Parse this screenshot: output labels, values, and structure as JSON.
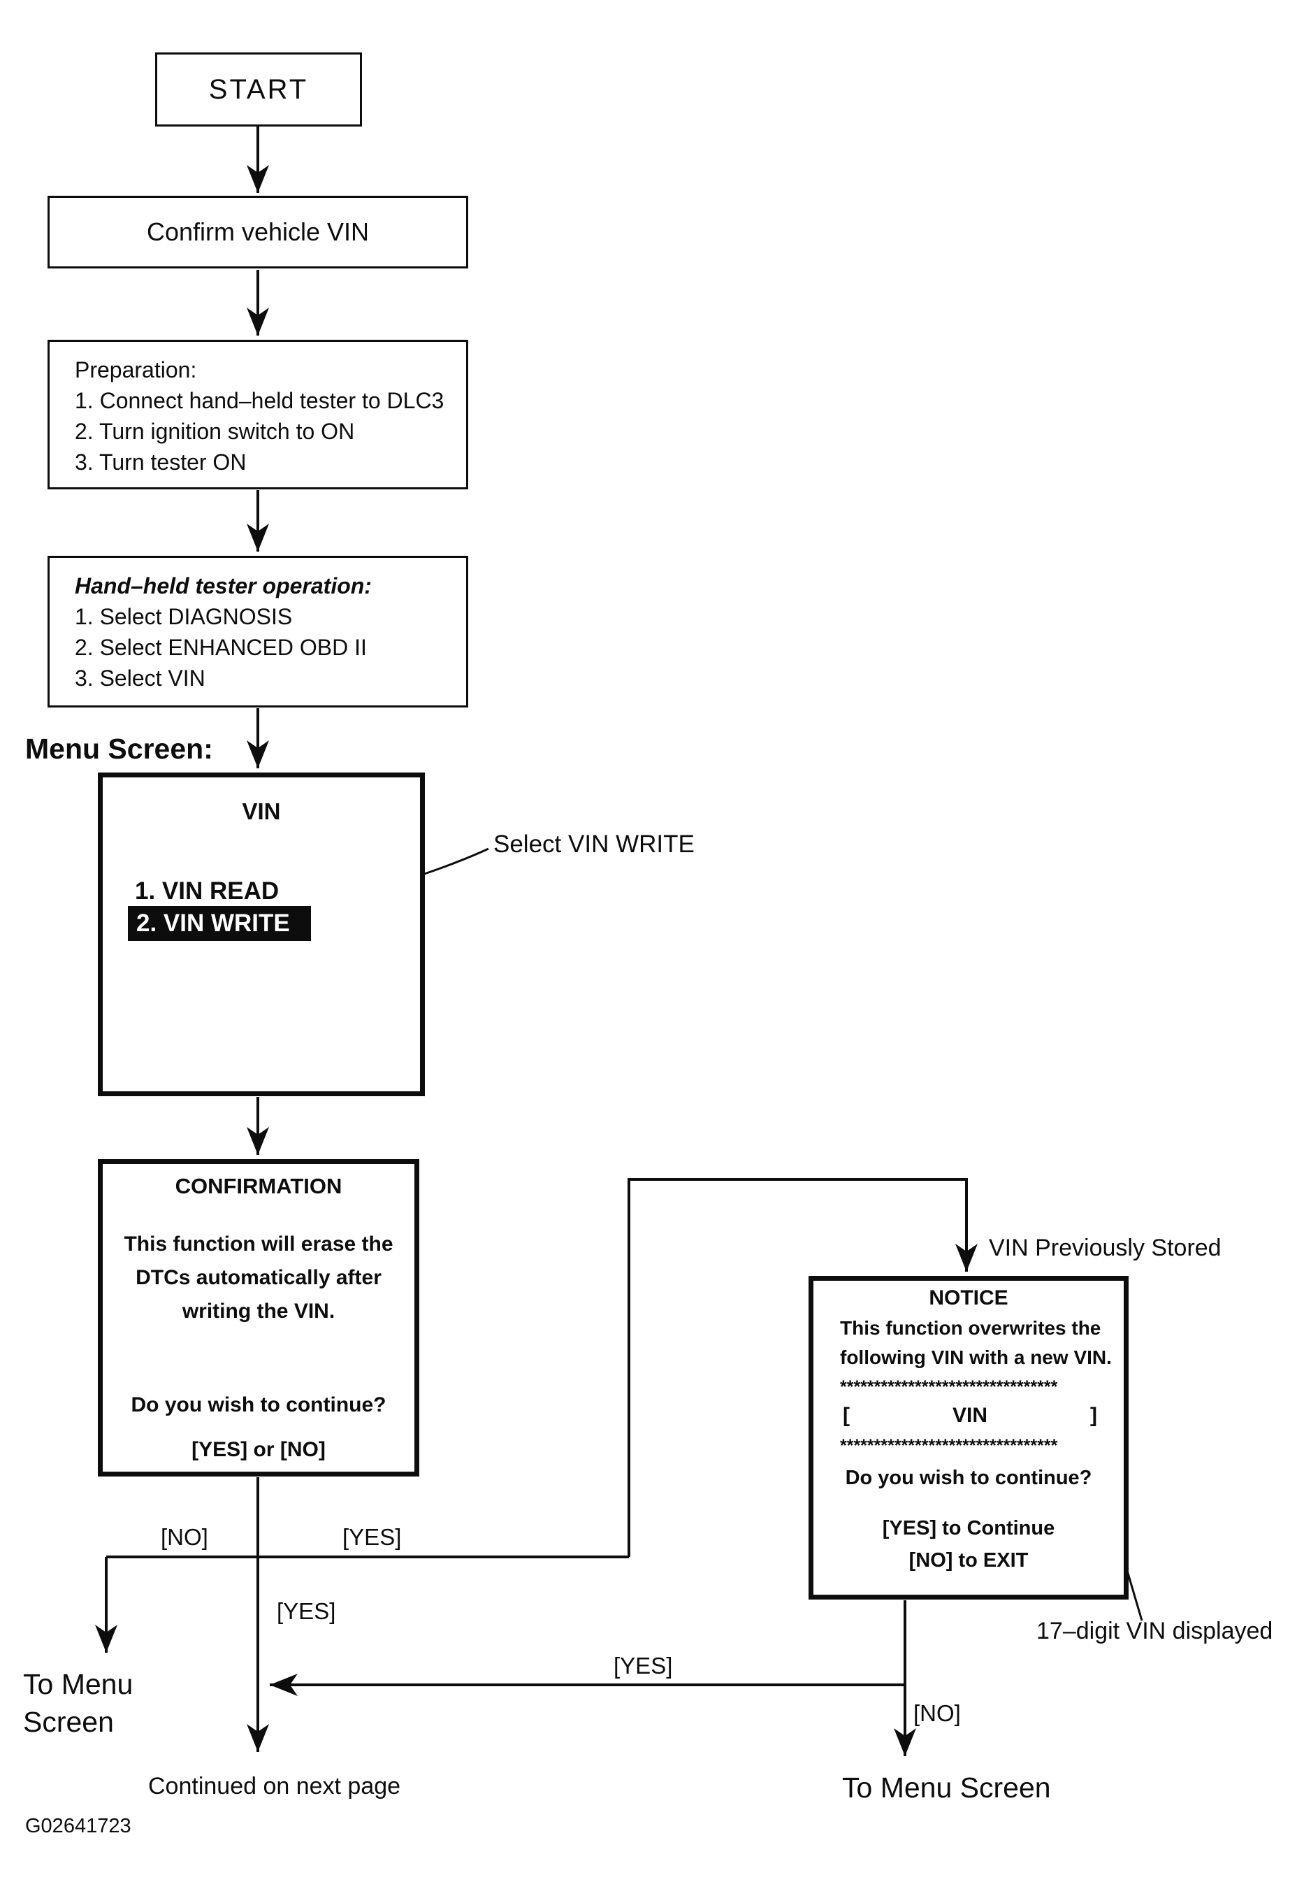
{
  "page": {
    "boxes": {
      "start": "START",
      "confirm": "Confirm vehicle VIN",
      "preparation": {
        "title": "Preparation:",
        "steps": [
          "1. Connect hand–held tester to DLC3",
          "2. Turn ignition switch to ON",
          "3. Turn tester ON"
        ]
      },
      "tester": {
        "title": "Hand–held tester operation:",
        "steps": [
          "1. Select DIAGNOSIS",
          "2. Select ENHANCED OBD II",
          "3. Select VIN"
        ]
      },
      "vin_menu": {
        "title": "VIN",
        "item_read": "1. VIN READ",
        "item_write": "2. VIN WRITE"
      },
      "confirmation": {
        "title": "CONFIRMATION",
        "line1": "This function will erase the",
        "line2": "DTCs automatically after",
        "line3": "writing the VIN.",
        "question": "Do you wish to continue?",
        "options": "[YES] or [NO]"
      },
      "notice": {
        "title": "NOTICE",
        "line1": "This function overwrites the",
        "line2": "following VIN with a new VIN.",
        "stars": "********************************",
        "bracket_open": "[",
        "vin": "VIN",
        "bracket_close": "]",
        "question": "Do you wish to continue?",
        "yes_line": "[YES] to Continue",
        "no_line": "[NO] to EXIT"
      }
    },
    "labels": {
      "menu_screen": "Menu Screen:",
      "select_vin_write": "Select VIN WRITE",
      "vin_previously_stored": "VIN Previously Stored",
      "seventeen_digit": "17–digit VIN displayed",
      "no_1": "[NO]",
      "yes_1": "[YES]",
      "yes_2": "[YES]",
      "yes_3": "[YES]",
      "no_2": "[NO]",
      "to_menu_left_1": "To Menu",
      "to_menu_left_2": "Screen",
      "continued": "Continued on next page",
      "to_menu_right": "To Menu Screen",
      "figure_code": "G02641723"
    }
  }
}
